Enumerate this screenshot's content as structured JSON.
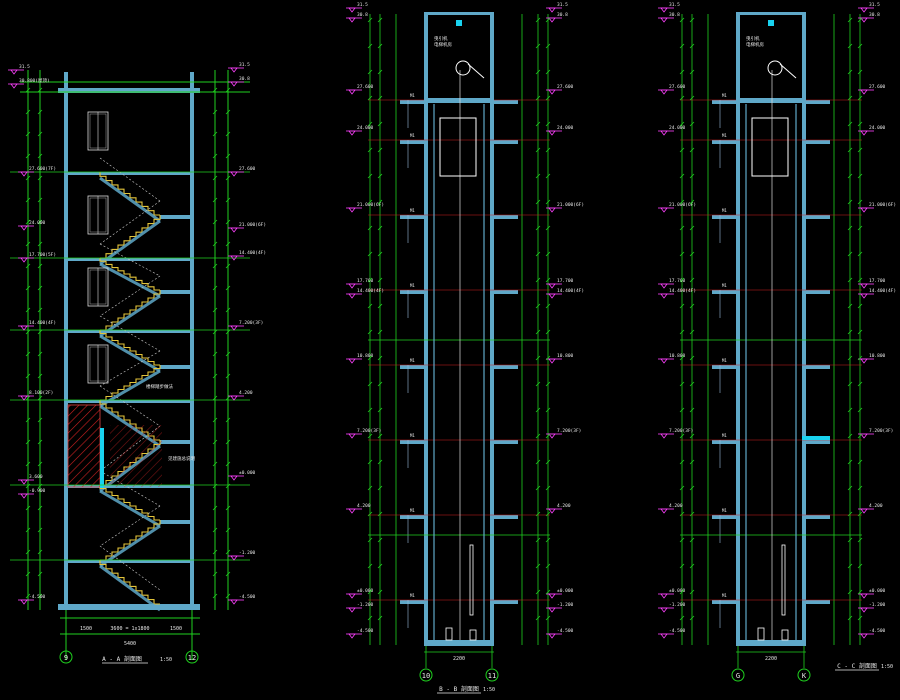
{
  "colors": {
    "background": "#000000",
    "wall": "#5fa8c8",
    "slab": "#5fa8c8",
    "grid_line": "#1fd11f",
    "floor_line": "#d42020",
    "stair": "#e3c43a",
    "text": "#e8e8e8",
    "level_mark": "#ff40ff",
    "hatch": "#c82020",
    "cyan": "#19d3f0"
  },
  "section_aa": {
    "title": "A - A 剖面图",
    "scale": "1:50",
    "axis_left": "9",
    "axis_right": "12",
    "top_levels": [
      "31.5",
      "30.800(屋顶)"
    ],
    "right_levels": [
      "31.5",
      "30.8",
      "27.600",
      "21.000(6F)",
      "14.400(4F)",
      "7.200(3F)",
      "4.200",
      "±0.000",
      "-1.200",
      "-4.500"
    ],
    "left_levels": [
      "27.600(7F)",
      "24.000",
      "17.700(5F)",
      "14.400(4F)",
      "8.100(2F)",
      "3.600",
      "-0.900",
      "-4.500"
    ],
    "dims_bottom": [
      "1500",
      "3600 = 1x1800",
      "1500"
    ],
    "total_width": "5400",
    "annotations": [
      "楼梯踏步做法",
      "见建施总说明"
    ]
  },
  "section_bb": {
    "title": "B - B 剖面图",
    "scale": "1:50",
    "axis_left": "10",
    "axis_right": "11",
    "machine_room_label": [
      "曳引机",
      "电梯机房"
    ],
    "levels": [
      "31.5",
      "30.8",
      "27.600",
      "24.000",
      "21.000(6F)",
      "17.700",
      "14.400(4F)",
      "10.800",
      "7.200(3F)",
      "4.200",
      "±0.000",
      "-1.200",
      "-4.500"
    ],
    "dim_bottom": "2200"
  },
  "section_cc": {
    "title": "C - C 剖面图",
    "scale": "1:50",
    "axis_left": "G",
    "axis_right": "K",
    "machine_room_label": [
      "曳引机",
      "电梯机房"
    ],
    "levels": [
      "31.5",
      "30.8",
      "27.600",
      "24.000",
      "21.000(6F)",
      "17.700",
      "14.400(4F)",
      "10.800",
      "7.200(3F)",
      "4.200",
      "±0.000",
      "-1.200",
      "-4.500"
    ],
    "dim_bottom": "2200"
  }
}
